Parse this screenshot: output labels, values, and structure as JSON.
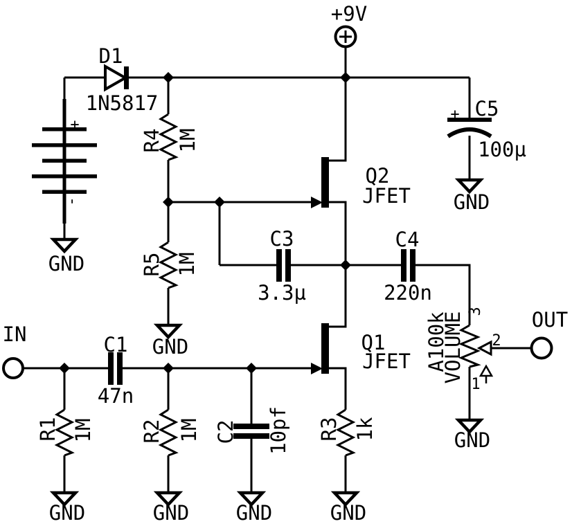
{
  "colors": {
    "ink": "#000000",
    "paper": "#ffffff"
  },
  "schematic": {
    "kind": "analog-circuit-schematic",
    "description": "Two-stage JFET preamp with battery/diode power input and volume pot",
    "power_label": "+9V",
    "gnd": "GND",
    "io": {
      "in": "IN",
      "out": "OUT"
    },
    "components": {
      "D1": {
        "ref": "D1",
        "value": "1N5817"
      },
      "BT1": {
        "plus": "+",
        "minus": "-"
      },
      "R1": {
        "ref": "R1",
        "value": "1M"
      },
      "R2": {
        "ref": "R2",
        "value": "1M"
      },
      "R3": {
        "ref": "R3",
        "value": "1k"
      },
      "R4": {
        "ref": "R4",
        "value": "1M"
      },
      "R5": {
        "ref": "R5",
        "value": "1M"
      },
      "C1": {
        "ref": "C1",
        "value": "47n"
      },
      "C2": {
        "ref": "C2",
        "value": "10pf"
      },
      "C3": {
        "ref": "C3",
        "value": "3.3µ"
      },
      "C4": {
        "ref": "C4",
        "value": "220n"
      },
      "C5": {
        "ref": "C5",
        "value": "100µ",
        "polarity": "+"
      },
      "Q1": {
        "ref": "Q1",
        "value": "JFET"
      },
      "Q2": {
        "ref": "Q2",
        "value": "JFET"
      },
      "VR1": {
        "value": "A100k",
        "label": "VOLUME",
        "pins": {
          "p1": "1",
          "p2": "2",
          "p3": "3"
        }
      }
    }
  }
}
